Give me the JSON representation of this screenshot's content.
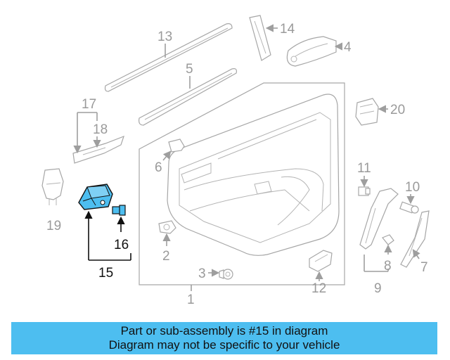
{
  "diagram": {
    "callouts": {
      "c1": "1",
      "c2": "2",
      "c3": "3",
      "c4": "4",
      "c5": "5",
      "c6": "6",
      "c7": "7",
      "c8": "8",
      "c9": "9",
      "c10": "10",
      "c11": "11",
      "c12": "12",
      "c13": "13",
      "c14": "14",
      "c15": "15",
      "c16": "16",
      "c17": "17",
      "c18": "18",
      "c19": "19",
      "c20": "20"
    },
    "highlight_color": "#4dbef0",
    "highlighted_part": "15"
  },
  "banner": {
    "line1": "Part or sub-assembly is #15 in diagram",
    "line2": "Diagram may not be specific to your vehicle",
    "background": "#4dbef0"
  }
}
